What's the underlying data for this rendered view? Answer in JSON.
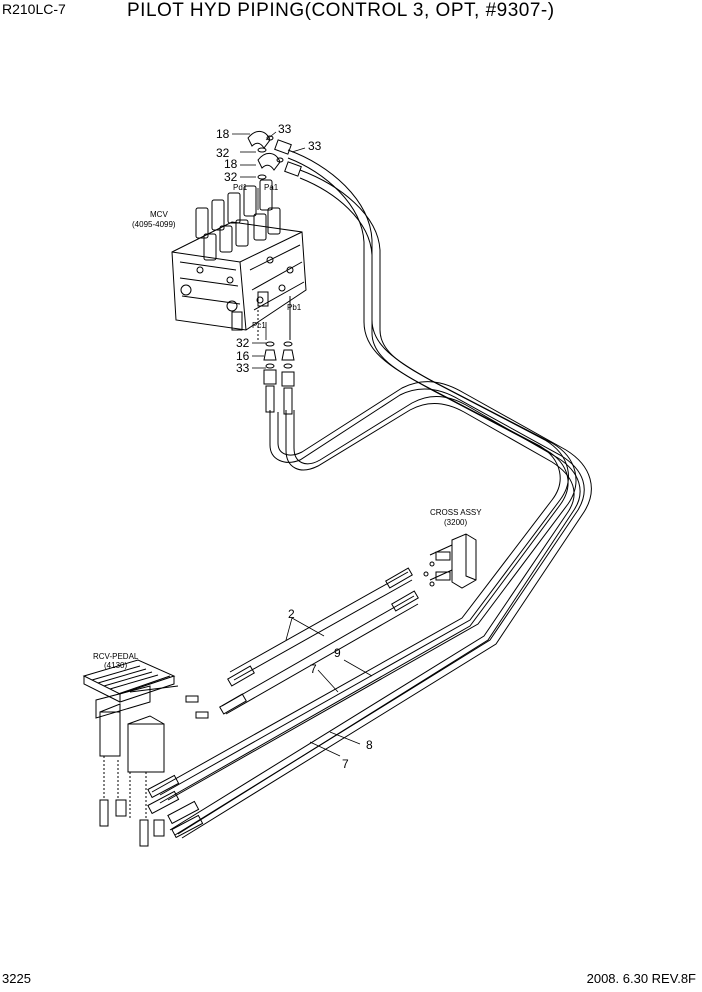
{
  "header": {
    "model": "R210LC-7",
    "title": "PILOT HYD PIPING(CONTROL 3, OPT, #9307-)"
  },
  "assemblies": {
    "mcv_name": "MCV",
    "mcv_range": "(4095-4099)",
    "cross_name": "CROSS ASSY",
    "cross_range": "(3200)",
    "pedal_name": "RCV-PEDAL",
    "pedal_range": "(4130)"
  },
  "ports": {
    "pd1": "Pd1",
    "pa1": "Pa1",
    "pc1": "Pc1",
    "pb1": "Pb1"
  },
  "callouts": {
    "c18a": "18",
    "c33a": "33",
    "c32a": "32",
    "c33b": "33",
    "c18b": "18",
    "c32b": "32",
    "c32c": "32",
    "c16": "16",
    "c33c": "33",
    "c2": "2",
    "c9": "9",
    "c7a": "7",
    "c8": "8",
    "c7b": "7"
  },
  "footer": {
    "page_number": "3225",
    "date_rev": "2008. 6.30  REV.8F"
  }
}
